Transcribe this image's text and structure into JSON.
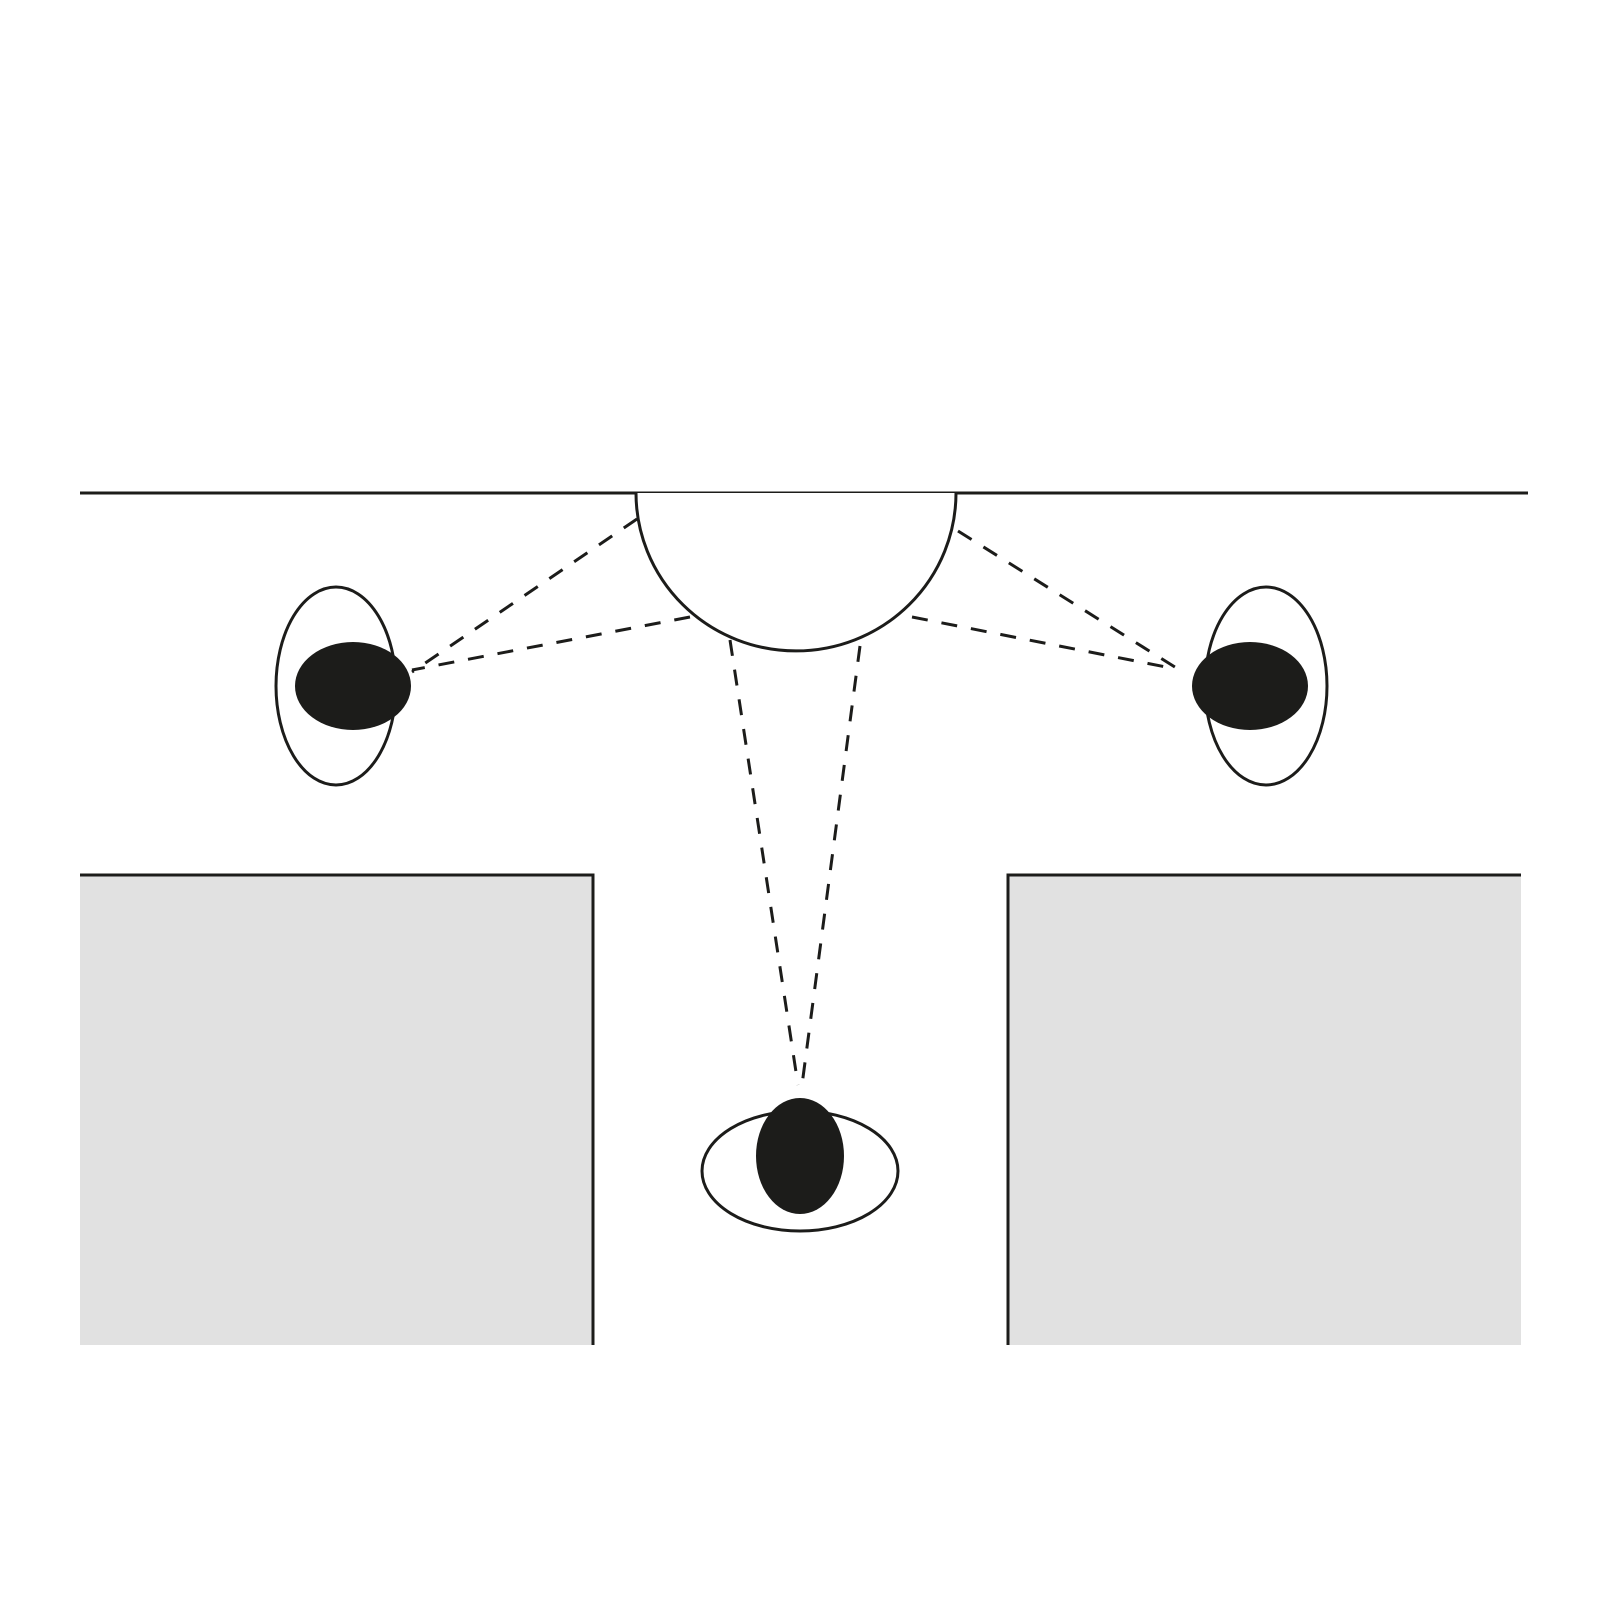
{
  "diagram": {
    "colors": {
      "background": "#ffffff",
      "stroke": "#1c1c1a",
      "head": "#1c1c1a",
      "block_fill": "#e1e1e1"
    },
    "figures": [
      {
        "id": "person-left",
        "facing": "right"
      },
      {
        "id": "person-right",
        "facing": "left"
      },
      {
        "id": "person-bottom",
        "facing": "up"
      }
    ],
    "focus": {
      "shape": "semicircle",
      "attached_to": "top-wall"
    },
    "blocks": [
      {
        "id": "block-left"
      },
      {
        "id": "block-right"
      }
    ],
    "sightlines": {
      "style": "dashed",
      "count": 6
    }
  }
}
